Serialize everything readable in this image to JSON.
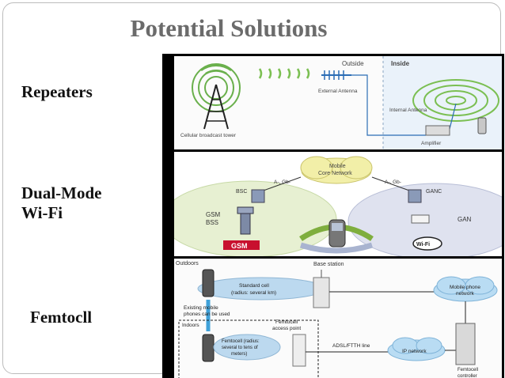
{
  "slide": {
    "title": "Potential Solutions",
    "labels": {
      "repeaters": "Repeaters",
      "dual_mode_line1": "Dual-Mode",
      "dual_mode_line2": "Wi-Fi",
      "femtocell": "Femtocll"
    }
  },
  "diagram": {
    "repeater": {
      "outside": "Outside",
      "inside": "Inside",
      "external_antenna": "External Antenna",
      "internal_antenna": "Internal Antenna",
      "cellular_tower": "Cellular broadcast tower",
      "amplifier": "Amplifier"
    },
    "dualmode": {
      "core_line1": "Mobile",
      "core_line2": "Core Network",
      "bsc": "BSC",
      "ganc": "GANC",
      "gsm_bss_line1": "GSM",
      "gsm_bss_line2": "BSS",
      "gan": "GAN",
      "a_gb_left": "A-, Gb-",
      "a_gb_right": "A-, Gb-",
      "gsm_logo": "GSM",
      "wifi_logo": "Wi-Fi"
    },
    "femtocell": {
      "outdoors": "Outdoors",
      "base_station": "Base station",
      "standard_cell_line1": "Standard cell",
      "standard_cell_line2": "(radius: several km)",
      "mobile_network_line1": "Mobile phone",
      "mobile_network_line2": "network",
      "existing_line1": "Existing mobile",
      "existing_line2": "phones can be used",
      "indoors": "Indoors",
      "ap_line1": "Femtocell",
      "ap_line2": "access point",
      "fc_radius_line1": "Femtocell (radius:",
      "fc_radius_line2": "several to tens of",
      "fc_radius_line3": "meters)",
      "adsl": "ADSL/FTTH line",
      "ip_network": "IP network",
      "controller_line1": "Femtocell",
      "controller_line2": "controller"
    }
  }
}
